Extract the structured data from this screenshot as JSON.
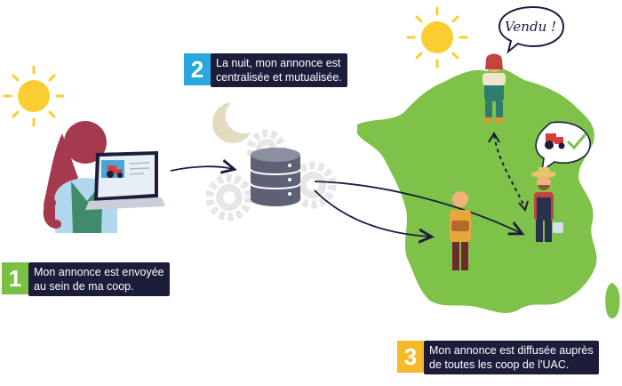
{
  "steps": [
    {
      "number": "1",
      "line1": "Mon annonce est envoyée",
      "line2": "au sein de ma coop.",
      "color": "#79c142"
    },
    {
      "number": "2",
      "line1": "La nuit, mon annonce est",
      "line2": "centralisée et mutualisée.",
      "color": "#29a8e0"
    },
    {
      "number": "3",
      "line1": "Mon annonce est diffusée auprès",
      "line2": "de toutes les coop de l'UAC.",
      "color": "#f5b92c"
    }
  ],
  "bubble_text": "Vendu !",
  "colors": {
    "map_green": "#7ec24a",
    "dark_navy": "#1b1d3b",
    "sun_yellow": "#fbcd33",
    "gear_grey": "#e6e6e6",
    "tractor_red": "#d93c3c"
  },
  "icons": [
    "sun-icon",
    "moon-icon",
    "gear-icon",
    "database-icon",
    "laptop-icon",
    "tractor-icon",
    "checkmark-icon",
    "speech-bubble-icon"
  ]
}
